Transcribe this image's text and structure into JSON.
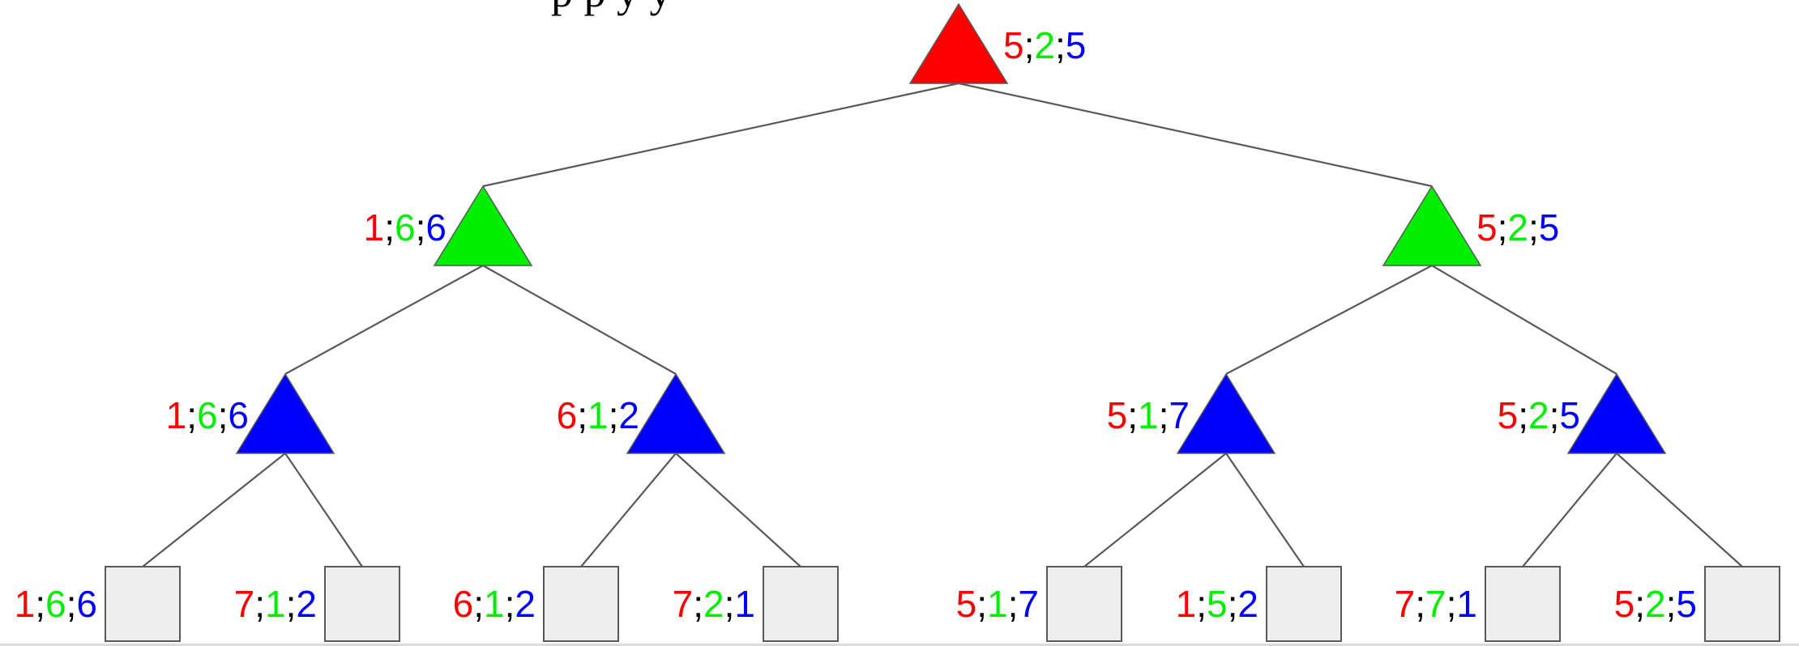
{
  "title_fragment": "p                          p                    y          y",
  "colors": {
    "red": "#ff0000",
    "green": "#00ee00",
    "blue": "#0000ff",
    "leaf_fill": "#eeeeee",
    "edge": "#595959"
  },
  "nodes": [
    {
      "id": "root",
      "kind": "max",
      "player": "red",
      "values": [
        "5",
        "2",
        "5"
      ]
    },
    {
      "id": "g-left",
      "kind": "max",
      "player": "green",
      "values": [
        "1",
        "6",
        "6"
      ]
    },
    {
      "id": "g-right",
      "kind": "max",
      "player": "green",
      "values": [
        "5",
        "2",
        "5"
      ]
    },
    {
      "id": "b-1",
      "kind": "max",
      "player": "blue",
      "values": [
        "1",
        "6",
        "6"
      ]
    },
    {
      "id": "b-2",
      "kind": "max",
      "player": "blue",
      "values": [
        "6",
        "1",
        "2"
      ]
    },
    {
      "id": "b-3",
      "kind": "max",
      "player": "blue",
      "values": [
        "5",
        "1",
        "7"
      ]
    },
    {
      "id": "b-4",
      "kind": "max",
      "player": "blue",
      "values": [
        "5",
        "2",
        "5"
      ]
    },
    {
      "id": "leaf-1",
      "kind": "leaf",
      "values": [
        "1",
        "6",
        "6"
      ]
    },
    {
      "id": "leaf-2",
      "kind": "leaf",
      "values": [
        "7",
        "1",
        "2"
      ]
    },
    {
      "id": "leaf-3",
      "kind": "leaf",
      "values": [
        "6",
        "1",
        "2"
      ]
    },
    {
      "id": "leaf-4",
      "kind": "leaf",
      "values": [
        "7",
        "2",
        "1"
      ]
    },
    {
      "id": "leaf-5",
      "kind": "leaf",
      "values": [
        "5",
        "1",
        "7"
      ]
    },
    {
      "id": "leaf-6",
      "kind": "leaf",
      "values": [
        "1",
        "5",
        "2"
      ]
    },
    {
      "id": "leaf-7",
      "kind": "leaf",
      "values": [
        "7",
        "7",
        "1"
      ]
    },
    {
      "id": "leaf-8",
      "kind": "leaf",
      "values": [
        "5",
        "2",
        "5"
      ]
    }
  ],
  "edges": [
    [
      "root",
      "g-left"
    ],
    [
      "root",
      "g-right"
    ],
    [
      "g-left",
      "b-1"
    ],
    [
      "g-left",
      "b-2"
    ],
    [
      "g-right",
      "b-3"
    ],
    [
      "g-right",
      "b-4"
    ],
    [
      "b-1",
      "leaf-1"
    ],
    [
      "b-1",
      "leaf-2"
    ],
    [
      "b-2",
      "leaf-3"
    ],
    [
      "b-2",
      "leaf-4"
    ],
    [
      "b-3",
      "leaf-5"
    ],
    [
      "b-3",
      "leaf-6"
    ],
    [
      "b-4",
      "leaf-7"
    ],
    [
      "b-4",
      "leaf-8"
    ]
  ]
}
